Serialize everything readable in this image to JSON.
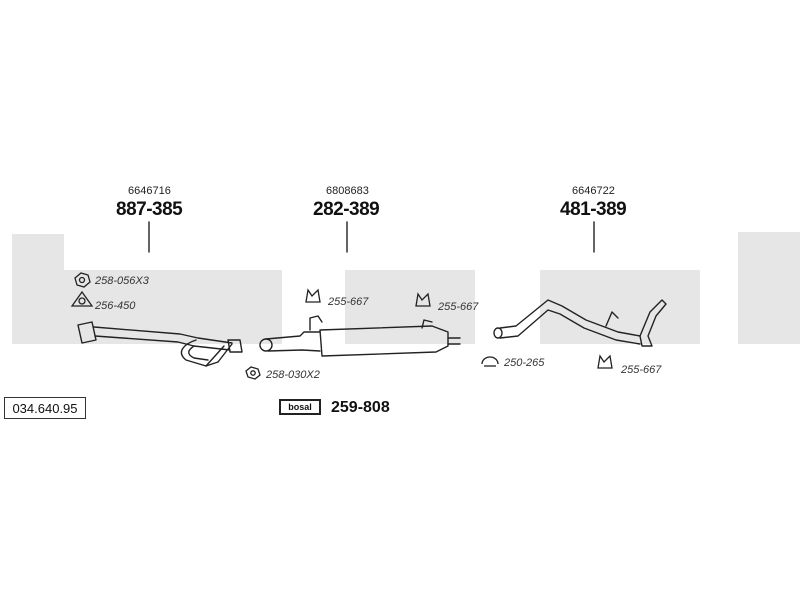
{
  "catalog_number": "034.640.95",
  "watermark": {
    "color": "#e6e6e6"
  },
  "sections": [
    {
      "oem": "6646716",
      "part_number": "887-385"
    },
    {
      "oem": "6808683",
      "part_number": "282-389"
    },
    {
      "oem": "6646722",
      "part_number": "481-389"
    }
  ],
  "components": {
    "nut": "258-056X3",
    "gasket": "256-450",
    "clamp_nut": "258-030X2",
    "hanger_front": "255-667",
    "hanger_mid": "255-667",
    "ring": "250-265",
    "hanger_rear": "255-667"
  },
  "kit": {
    "badge": "bosal",
    "number": "259-808"
  }
}
